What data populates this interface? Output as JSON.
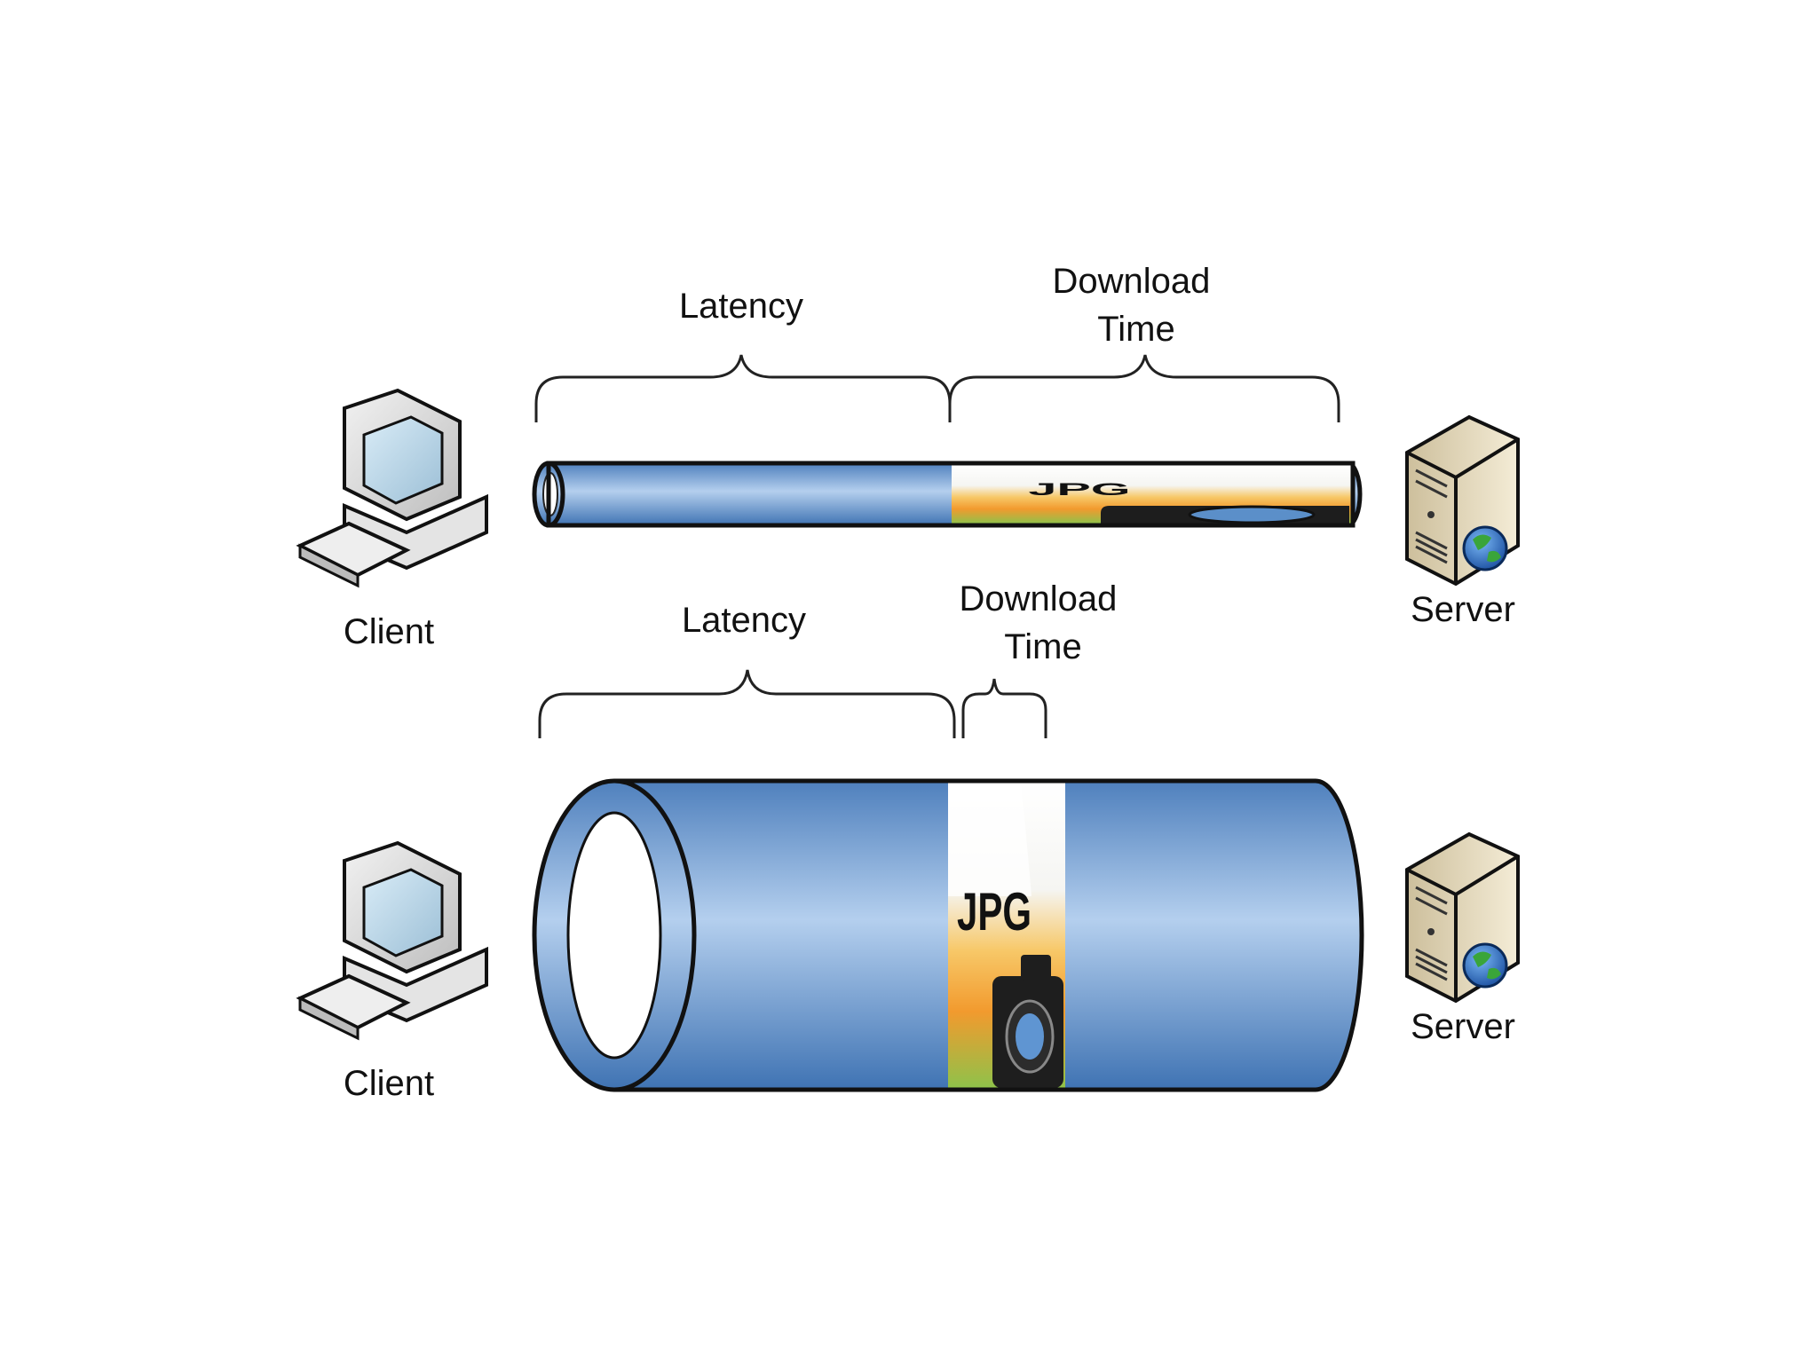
{
  "top_diagram": {
    "latency_label": "Latency",
    "download_label_line1": "Download",
    "download_label_line2": "Time",
    "client_label": "Client",
    "server_label": "Server",
    "file_label": "JPG"
  },
  "bottom_diagram": {
    "latency_label": "Latency",
    "download_label_line1": "Download",
    "download_label_line2": "Time",
    "client_label": "Client",
    "server_label": "Server",
    "file_label": "JPG"
  },
  "colors": {
    "pipe_blue": "#5b8fc9",
    "pipe_light": "#a9c8ea",
    "outline": "#0d0d0d",
    "server_beige": "#e8dcc0"
  },
  "icons": [
    "client-computer-icon",
    "server-icon",
    "globe-icon",
    "jpg-file-icon",
    "camera-icon"
  ]
}
